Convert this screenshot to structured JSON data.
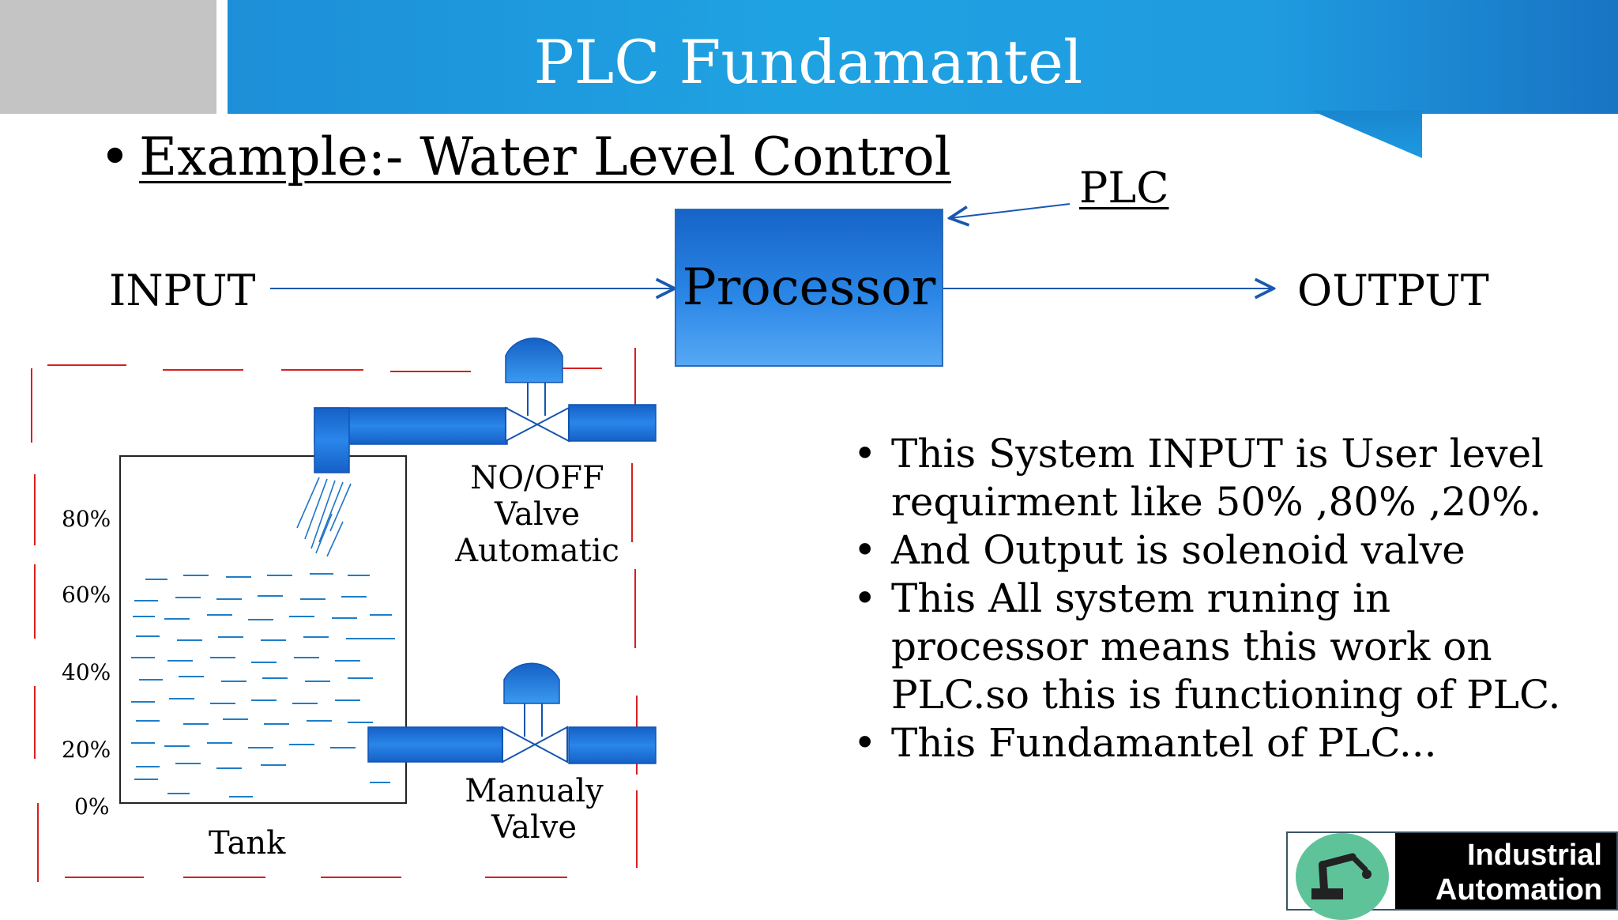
{
  "header": {
    "title": "PLC Fundamantel"
  },
  "example": {
    "bullet": "•",
    "text": "Example:- Water Level Control"
  },
  "flow": {
    "input": "INPUT",
    "processor": "Processor",
    "output": "OUTPUT",
    "plc": "PLC"
  },
  "tank": {
    "levels": [
      "80%",
      "60%",
      "40%",
      "20%",
      "0%"
    ],
    "label": "Tank"
  },
  "valves": {
    "top": [
      "NO/OFF",
      "Valve",
      "Automatic"
    ],
    "bottom": [
      "Manualy",
      "Valve"
    ]
  },
  "bullets": [
    "This System INPUT is User level requirment like 50% ,80% ,20%.",
    "And Output is solenoid valve",
    "This All system runing in processor means this work on PLC.so this is functioning of PLC.",
    "This Fundamantel of PLC..."
  ],
  "logo": {
    "line1": "Industrial",
    "line2": "Automation"
  },
  "colors": {
    "banner": "#1fa2e2",
    "pipe": "#1e74dc",
    "dash": "#d81e1e"
  }
}
